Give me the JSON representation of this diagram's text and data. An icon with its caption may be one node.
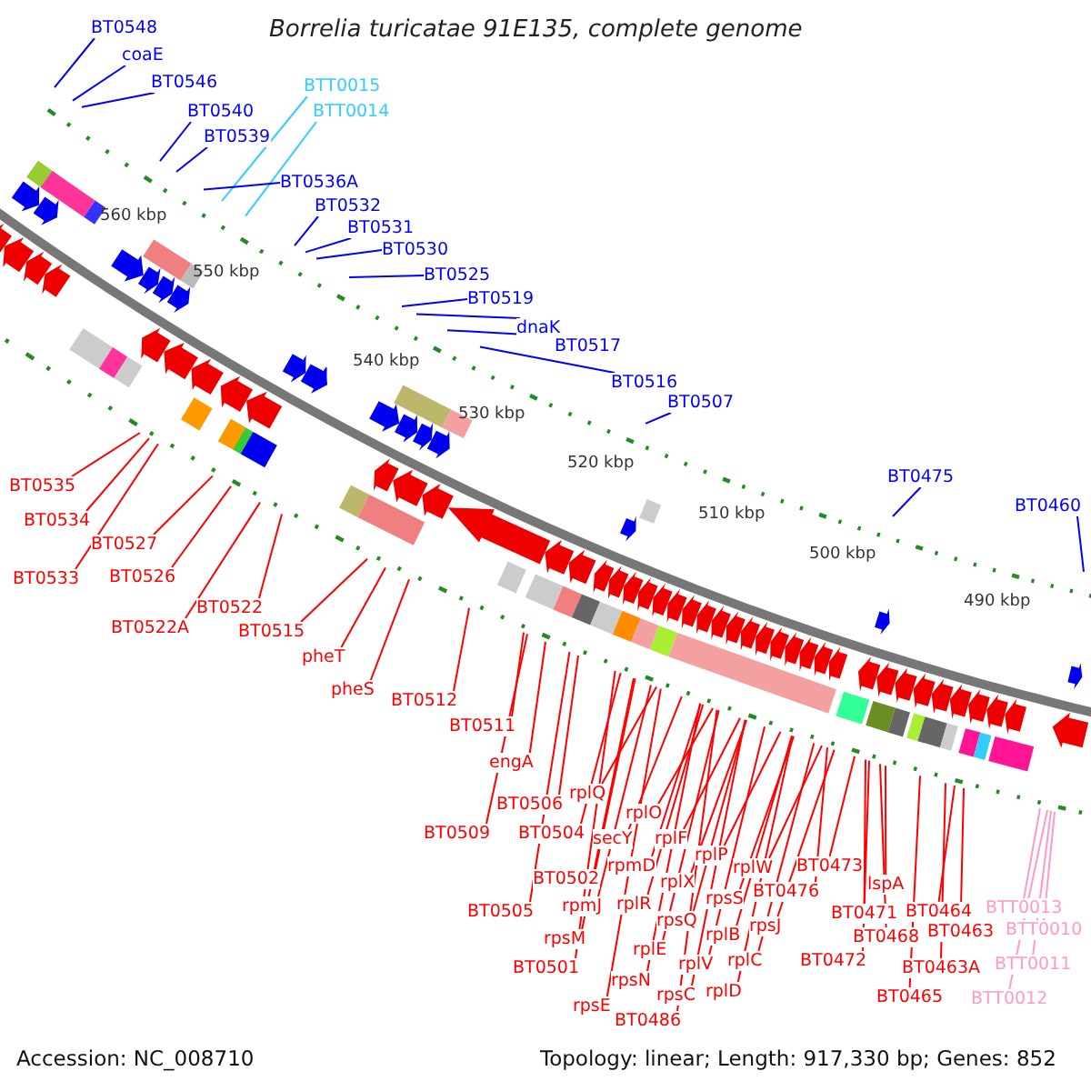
{
  "diagram": {
    "title": "Borrelia turicatae 91E135, complete genome",
    "nodes": [
      {
        "text": [
          "BT0548"
        ]
      },
      {
        "text": [
          "coaE"
        ]
      },
      {
        "text": [
          "BT0546"
        ]
      },
      {
        "text": [
          "BT0540"
        ]
      },
      {
        "text": [
          "BT0539"
        ]
      },
      {
        "text": [
          "BTT0015"
        ]
      },
      {
        "text": [
          "BTT0014"
        ]
      },
      {
        "text": [
          "BT0536A"
        ]
      },
      {
        "text": [
          "BT0532"
        ]
      },
      {
        "text": [
          "BT0531"
        ]
      },
      {
        "text": [
          "BT0530"
        ]
      },
      {
        "text": [
          "BT0525"
        ]
      },
      {
        "text": [
          "BT0519"
        ]
      },
      {
        "text": [
          "dnaK"
        ]
      },
      {
        "text": [
          "BT0517"
        ]
      },
      {
        "text": [
          "BT0516"
        ]
      },
      {
        "text": [
          "BT0507"
        ]
      },
      {
        "text": [
          "BT0475"
        ]
      },
      {
        "text": [
          "BT0460"
        ]
      },
      {
        "text": [
          "BT0535"
        ]
      },
      {
        "text": [
          "BT0534"
        ]
      },
      {
        "text": [
          "BT0527"
        ]
      },
      {
        "text": [
          "BT0533"
        ]
      },
      {
        "text": [
          "BT0526"
        ]
      },
      {
        "text": [
          "BT0522"
        ]
      },
      {
        "text": [
          "BT0522A"
        ]
      },
      {
        "text": [
          "BT0515"
        ]
      },
      {
        "text": [
          "pheT"
        ]
      },
      {
        "text": [
          "pheS"
        ]
      },
      {
        "text": [
          "BT0512"
        ]
      },
      {
        "text": [
          "BT0511"
        ]
      },
      {
        "text": [
          "engA"
        ]
      },
      {
        "text": [
          "BT0506"
        ]
      },
      {
        "text": [
          "rplQ"
        ]
      },
      {
        "text": [
          "BT0509"
        ]
      },
      {
        "text": [
          "BT0504"
        ]
      },
      {
        "text": [
          "rplO"
        ]
      },
      {
        "text": [
          "secY"
        ]
      },
      {
        "text": [
          "rplF"
        ]
      },
      {
        "text": [
          "rpmD"
        ]
      },
      {
        "text": [
          "BT0502"
        ]
      },
      {
        "text": [
          "rplP"
        ]
      },
      {
        "text": [
          "rplX"
        ]
      },
      {
        "text": [
          "rplW"
        ]
      },
      {
        "text": [
          "rpsS"
        ]
      },
      {
        "text": [
          "BT0476"
        ]
      },
      {
        "text": [
          "rplR"
        ]
      },
      {
        "text": [
          "rpmJ"
        ]
      },
      {
        "text": [
          "BT0505"
        ]
      },
      {
        "text": [
          "rpsQ"
        ]
      },
      {
        "text": [
          "rplB"
        ]
      },
      {
        "text": [
          "rpsJ"
        ]
      },
      {
        "text": [
          "rpsM"
        ]
      },
      {
        "text": [
          "rplE"
        ]
      },
      {
        "text": [
          "rplV"
        ]
      },
      {
        "text": [
          "rplC"
        ]
      },
      {
        "text": [
          "BT0501"
        ]
      },
      {
        "text": [
          "rpsN"
        ]
      },
      {
        "text": [
          "rpsC"
        ]
      },
      {
        "text": [
          "rplD"
        ]
      },
      {
        "text": [
          "rpsE"
        ]
      },
      {
        "text": [
          "BT0486"
        ]
      },
      {
        "text": [
          "BT0473"
        ]
      },
      {
        "text": [
          "lspA"
        ]
      },
      {
        "text": [
          "BT0471"
        ]
      },
      {
        "text": [
          "BT0464"
        ]
      },
      {
        "text": [
          "BT0468"
        ]
      },
      {
        "text": [
          "BT0463"
        ]
      },
      {
        "text": [
          "BT0472"
        ]
      },
      {
        "text": [
          "BT0463A"
        ]
      },
      {
        "text": [
          "BT0465"
        ]
      },
      {
        "text": [
          "BTT0013"
        ]
      },
      {
        "text": [
          "BTT0010"
        ]
      },
      {
        "text": [
          "BTT0011"
        ]
      },
      {
        "text": [
          "BTT0012"
        ]
      }
    ],
    "edges": [
      {
        "from": 0,
        "to": null,
        "arrow": "none",
        "color": "#0000ff"
      },
      {
        "from": 1,
        "to": null,
        "arrow": "none",
        "color": "#0000ff"
      },
      {
        "from": 2,
        "to": null,
        "arrow": "none",
        "color": "#0000ff"
      },
      {
        "from": 3,
        "to": null,
        "arrow": "none",
        "color": "#0000ff"
      },
      {
        "from": 4,
        "to": null,
        "arrow": "none",
        "color": "#0000ff"
      },
      {
        "from": 5,
        "to": null,
        "arrow": "none",
        "color": "#33ccff"
      },
      {
        "from": 6,
        "to": null,
        "arrow": "none",
        "color": "#33ccff"
      },
      {
        "from": 7,
        "to": null,
        "arrow": "none",
        "color": "#0000ff"
      },
      {
        "from": 8,
        "to": null,
        "arrow": "none",
        "color": "#0000ff"
      },
      {
        "from": 9,
        "to": null,
        "arrow": "none",
        "color": "#0000ff"
      },
      {
        "from": 10,
        "to": null,
        "arrow": "none",
        "color": "#0000ff"
      },
      {
        "from": 11,
        "to": null,
        "arrow": "none",
        "color": "#0000ff"
      },
      {
        "from": 12,
        "to": null,
        "arrow": "none",
        "color": "#0000ff"
      },
      {
        "from": 13,
        "to": null,
        "arrow": "none",
        "color": "#0000ff"
      },
      {
        "from": 14,
        "to": null,
        "arrow": "none",
        "color": "#0000ff"
      },
      {
        "from": 15,
        "to": null,
        "arrow": "none",
        "color": "#0000ff"
      },
      {
        "from": 16,
        "to": null,
        "arrow": "none",
        "color": "#0000ff"
      },
      {
        "from": 17,
        "to": null,
        "arrow": "none",
        "color": "#0000ff"
      },
      {
        "from": 18,
        "to": null,
        "arrow": "none",
        "color": "#0000ff"
      },
      {
        "from": 19,
        "to": null,
        "arrow": "none"
      },
      {
        "from": 20,
        "to": null,
        "arrow": "none"
      },
      {
        "from": 21,
        "to": null,
        "arrow": "none"
      },
      {
        "from": 22,
        "to": null,
        "arrow": "none"
      },
      {
        "from": 23,
        "to": null,
        "arrow": "none"
      },
      {
        "from": 24,
        "to": null,
        "arrow": "none"
      },
      {
        "from": 25,
        "to": null,
        "arrow": "none"
      },
      {
        "from": 26,
        "to": null,
        "arrow": "none"
      },
      {
        "from": 27,
        "to": null,
        "arrow": "none"
      },
      {
        "from": 28,
        "to": null,
        "arrow": "none"
      },
      {
        "from": 29,
        "to": null,
        "arrow": "none"
      },
      {
        "from": 30,
        "to": null,
        "arrow": "none"
      },
      {
        "from": 31,
        "to": null,
        "arrow": "none"
      },
      {
        "from": 32,
        "to": null,
        "arrow": "none"
      },
      {
        "from": 33,
        "to": null,
        "arrow": "none"
      },
      {
        "from": 34,
        "to": null,
        "arrow": "none"
      },
      {
        "from": 35,
        "to": null,
        "arrow": "none"
      },
      {
        "from": 36,
        "to": null,
        "arrow": "none"
      },
      {
        "from": 37,
        "to": null,
        "arrow": "none"
      },
      {
        "from": 38,
        "to": null,
        "arrow": "none"
      },
      {
        "from": 39,
        "to": null,
        "arrow": "none"
      },
      {
        "from": 40,
        "to": null,
        "arrow": "none"
      },
      {
        "from": 41,
        "to": null,
        "arrow": "none"
      },
      {
        "from": 42,
        "to": null,
        "arrow": "none"
      },
      {
        "from": 43,
        "to": null,
        "arrow": "none"
      },
      {
        "from": 44,
        "to": null,
        "arrow": "none"
      },
      {
        "from": 45,
        "to": null,
        "arrow": "none"
      },
      {
        "from": 46,
        "to": null,
        "arrow": "none"
      },
      {
        "from": 47,
        "to": null,
        "arrow": "none"
      },
      {
        "from": 48,
        "to": null,
        "arrow": "none"
      },
      {
        "from": 49,
        "to": null,
        "arrow": "none"
      },
      {
        "from": 50,
        "to": null,
        "arrow": "none"
      },
      {
        "from": 51,
        "to": null,
        "arrow": "none"
      },
      {
        "from": 52,
        "to": null,
        "arrow": "none"
      },
      {
        "from": 53,
        "to": null,
        "arrow": "none"
      },
      {
        "from": 54,
        "to": null,
        "arrow": "none"
      },
      {
        "from": 55,
        "to": null,
        "arrow": "none"
      },
      {
        "from": 56,
        "to": null,
        "arrow": "none"
      },
      {
        "from": 57,
        "to": null,
        "arrow": "none"
      },
      {
        "from": 58,
        "to": null,
        "arrow": "none"
      },
      {
        "from": 59,
        "to": null,
        "arrow": "none"
      },
      {
        "from": 60,
        "to": null,
        "arrow": "none"
      },
      {
        "from": 61,
        "to": null,
        "arrow": "none"
      },
      {
        "from": 62,
        "to": null,
        "arrow": "none"
      },
      {
        "from": 63,
        "to": null,
        "arrow": "none"
      },
      {
        "from": 64,
        "to": null,
        "arrow": "none"
      },
      {
        "from": 65,
        "to": null,
        "arrow": "none"
      },
      {
        "from": 66,
        "to": null,
        "arrow": "none"
      },
      {
        "from": 67,
        "to": null,
        "arrow": "none"
      },
      {
        "from": 68,
        "to": null,
        "arrow": "none"
      },
      {
        "from": 69,
        "to": null,
        "arrow": "none"
      },
      {
        "from": 70,
        "to": null,
        "arrow": "none"
      },
      {
        "from": 71,
        "to": null,
        "arrow": "none",
        "color": "#ff99cc"
      },
      {
        "from": 72,
        "to": null,
        "arrow": "none",
        "color": "#ff99cc"
      },
      {
        "from": 73,
        "to": null,
        "arrow": "none",
        "color": "#ff99cc"
      },
      {
        "from": 74,
        "to": null,
        "arrow": "none",
        "color": "#ff99cc"
      }
    ],
    "labels": [
      "560 kbp",
      "550 kbp",
      "540 kbp",
      "530 kbp",
      "520 kbp",
      "510 kbp",
      "500 kbp",
      "490 kbp",
      "Accession: NC_008710",
      "Topology: linear; Length: 917,330 bp; Genes: 852"
    ]
  }
}
